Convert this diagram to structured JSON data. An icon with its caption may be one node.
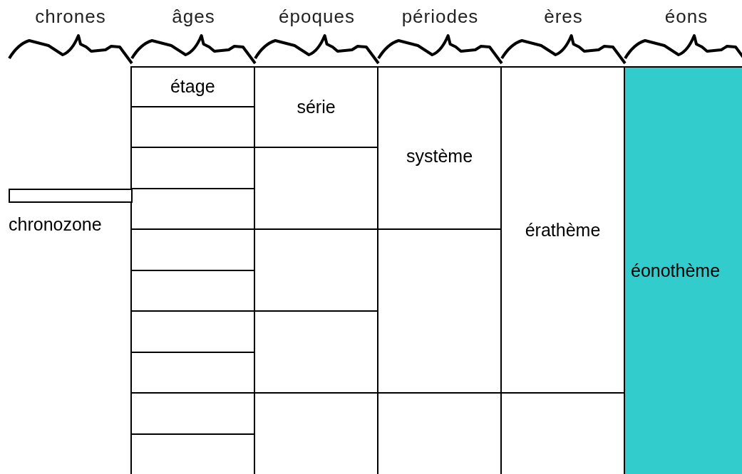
{
  "diagram": {
    "nodes": [
      {
        "text": [
          "chronozone"
        ]
      },
      {
        "text": [
          "étage"
        ]
      },
      {
        "text": [],
        "shape": "box"
      },
      {
        "text": [],
        "shape": "box"
      },
      {
        "text": [],
        "shape": "box"
      },
      {
        "text": [],
        "shape": "box"
      },
      {
        "text": [],
        "shape": "box"
      },
      {
        "text": [],
        "shape": "box"
      },
      {
        "text": [],
        "shape": "box"
      },
      {
        "text": [],
        "shape": "box"
      },
      {
        "text": [],
        "shape": "box"
      },
      {
        "text": [
          "série"
        ]
      },
      {
        "text": [],
        "shape": "box"
      },
      {
        "text": [],
        "shape": "box"
      },
      {
        "text": [],
        "shape": "box"
      },
      {
        "text": [],
        "shape": "box"
      },
      {
        "text": [
          "système"
        ]
      },
      {
        "text": [],
        "shape": "box"
      },
      {
        "text": [],
        "shape": "box"
      },
      {
        "text": [
          "érathème"
        ]
      },
      {
        "text": [],
        "shape": "box"
      },
      {
        "text": [
          "éonothème"
        ]
      }
    ],
    "edges": [],
    "labels": [
      "chrones",
      "âges",
      "époques",
      "périodes",
      "ères",
      "éons"
    ]
  }
}
